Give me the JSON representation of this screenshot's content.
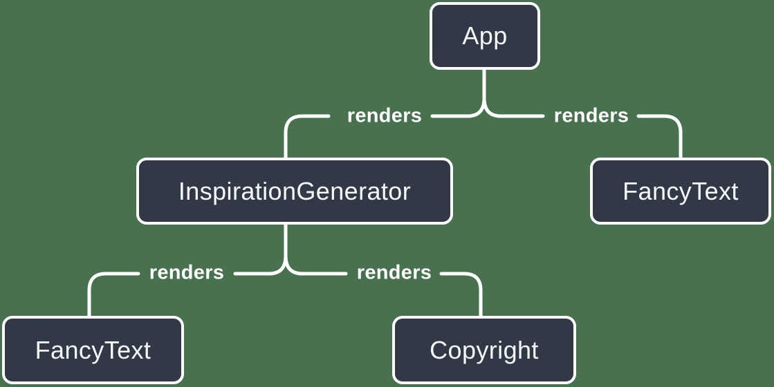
{
  "colors": {
    "background": "#47714F",
    "node_fill": "#323946",
    "node_border": "#FFFFFF",
    "node_text": "#F6F7F9",
    "connector_line": "#FFFFFF",
    "edge_label_text": "#FFFFFF"
  },
  "nodes": [
    {
      "id": "app",
      "label": "App"
    },
    {
      "id": "inspiration-generator",
      "label": "InspirationGenerator"
    },
    {
      "id": "fancy-text-top",
      "label": "FancyText"
    },
    {
      "id": "fancy-text-bottom",
      "label": "FancyText"
    },
    {
      "id": "copyright",
      "label": "Copyright"
    }
  ],
  "edges": [
    {
      "from": "App",
      "to": "InspirationGenerator",
      "label": "renders"
    },
    {
      "from": "App",
      "to": "FancyText",
      "label": "renders"
    },
    {
      "from": "InspirationGenerator",
      "to": "FancyText",
      "label": "renders"
    },
    {
      "from": "InspirationGenerator",
      "to": "Copyright",
      "label": "renders"
    }
  ]
}
